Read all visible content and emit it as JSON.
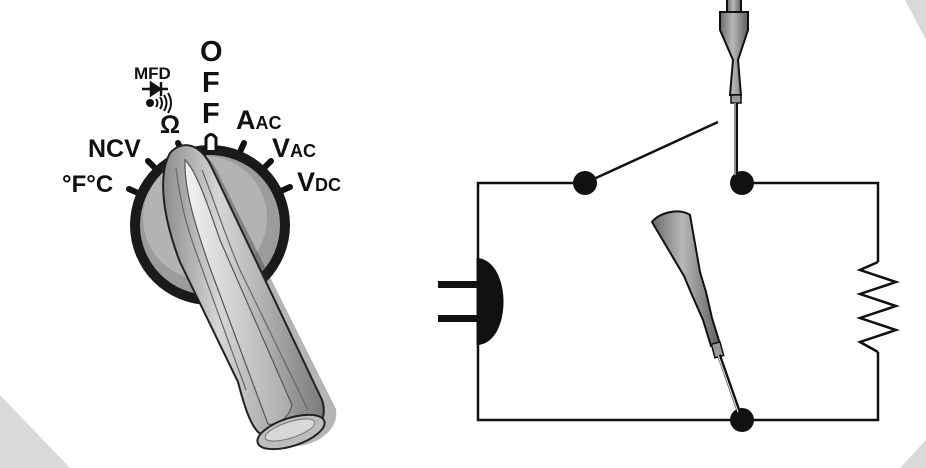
{
  "dial": {
    "labels": {
      "mfd": "MFD",
      "ohm": "Ω",
      "ncv": "NCV",
      "temp": "°F°C",
      "off_o": "O",
      "off_f1": "F",
      "off_f2": "F",
      "amps_big": "A",
      "amps_small": "AC",
      "vac_big": "V",
      "vac_small": "AC",
      "vdc_big": "V",
      "vdc_small": "DC"
    }
  },
  "circuit": {
    "components": [
      "switch",
      "plug",
      "resistor",
      "probe-red",
      "probe-black"
    ]
  }
}
